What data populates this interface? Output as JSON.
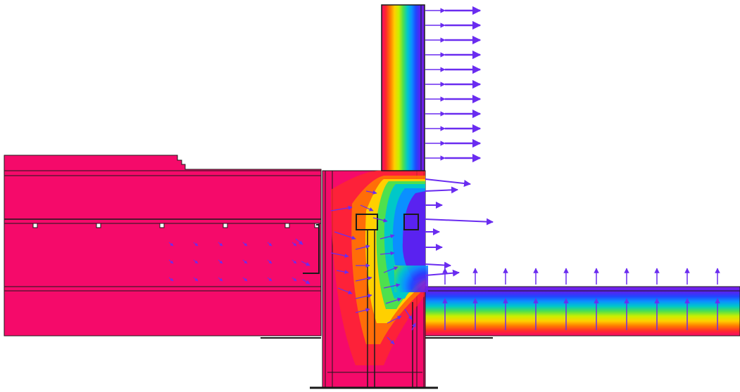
{
  "colors": {
    "background": "#ffffff",
    "warm_fill": "#f50a6a",
    "outline": "#1a1a1a",
    "arrow": "#6a2cf0",
    "gradient_warm_to_cold": [
      "#f50a6a",
      "#ff2a2a",
      "#ff7a00",
      "#ffd000",
      "#c8f000",
      "#4ee04e",
      "#00c8c8",
      "#0a90ff",
      "#2244ff",
      "#5a22f0",
      "#7a20e8"
    ]
  },
  "heat_flow": {
    "direction_wall": "right",
    "direction_floor": "up",
    "wall_arrow_count": 11,
    "floor_arrow_count": 10
  }
}
